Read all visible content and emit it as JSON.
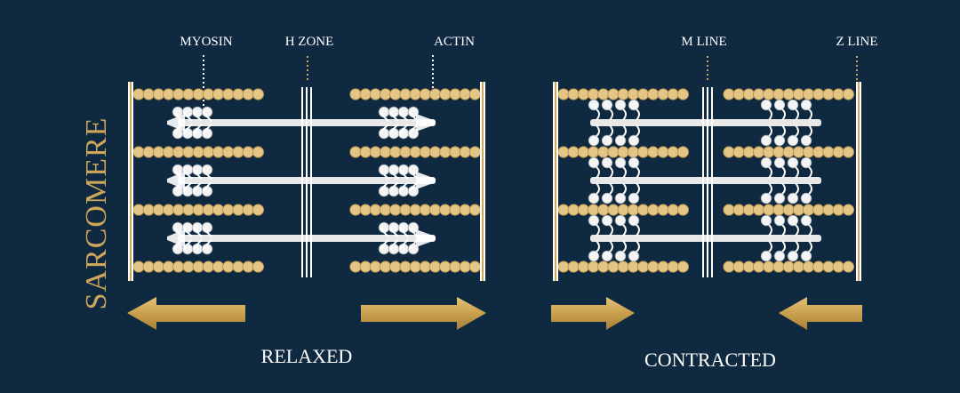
{
  "title": "SARCOMERE",
  "labels": {
    "myosin": "MYOSIN",
    "h_zone": "H ZONE",
    "actin": "ACTIN",
    "m_line": "M LINE",
    "z_line": "Z LINE"
  },
  "states": {
    "relaxed": "RELAXED",
    "contracted": "CONTRACTED"
  },
  "colors": {
    "background": "#0f2a40",
    "gold": "#cda65a",
    "bead": "#e3c586",
    "white": "#ffffff",
    "myosin": "#e8e8e8"
  }
}
